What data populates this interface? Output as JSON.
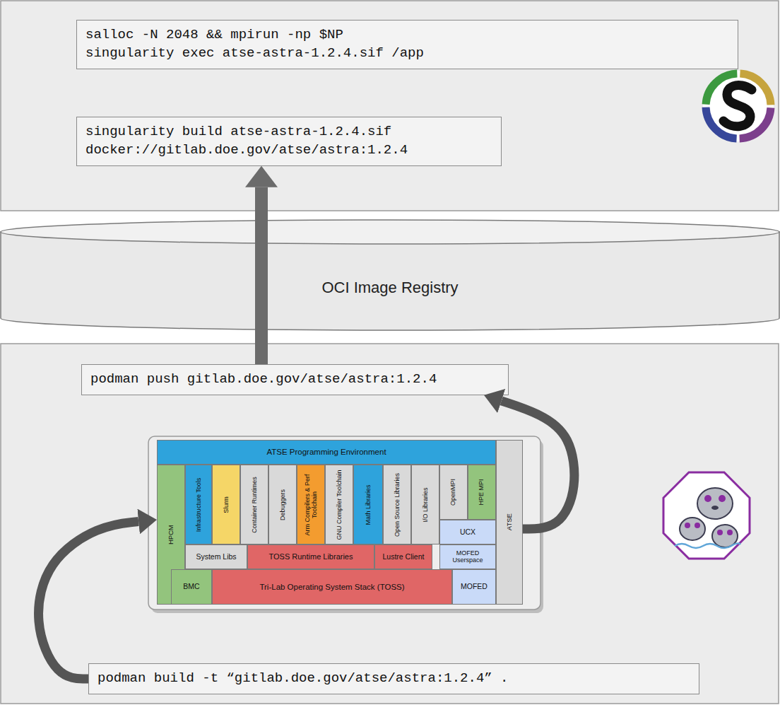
{
  "diagram": {
    "nodes": [
      {
        "text": [
          "salloc -N 2048 && mpirun -np $NP singularity exec atse-astra-1.2.4.sif /app"
        ]
      },
      {
        "text": [
          "singularity build atse-astra-1.2.4.sif docker://gitlab.doe.gov/atse/astra:1.2.4"
        ]
      },
      {
        "text": [
          "OCI Image Registry"
        ]
      },
      {
        "text": [
          "podman push gitlab.doe.gov/atse/astra:1.2.4"
        ]
      },
      {
        "text": [
          "ATSE Programming Environment"
        ]
      },
      {
        "text": [
          "HPCM"
        ]
      },
      {
        "text": [
          "Infrastructure Tools"
        ]
      },
      {
        "text": [
          "Slurm"
        ]
      },
      {
        "text": [
          "Container Runtimes"
        ]
      },
      {
        "text": [
          "Debuggers"
        ]
      },
      {
        "text": [
          "Arm Compilers & Perf Toolchain"
        ]
      },
      {
        "text": [
          "GNU Compiler Toolchain"
        ]
      },
      {
        "text": [
          "Math Libraries"
        ]
      },
      {
        "text": [
          "Open Source Libraries"
        ]
      },
      {
        "text": [
          "I/O Libraries"
        ]
      },
      {
        "text": [
          "OpenMPI"
        ]
      },
      {
        "text": [
          "HPE MPI"
        ]
      },
      {
        "text": [
          "ATSE"
        ]
      },
      {
        "text": [
          "UCX"
        ]
      },
      {
        "text": [
          "System Libs"
        ]
      },
      {
        "text": [
          "TOSS Runtime Libraries"
        ]
      },
      {
        "text": [
          "Lustre Client"
        ]
      },
      {
        "text": [
          "MOFED Userspace"
        ]
      },
      {
        "text": [
          "BMC"
        ]
      },
      {
        "text": [
          "Tri-Lab Operating System Stack (TOSS)"
        ]
      },
      {
        "text": [
          "MOFED"
        ]
      },
      {
        "text": [
          "podman build -t “gitlab.doe.gov/atse/astra:1.2.4” ."
        ]
      }
    ],
    "edges": [
      {
        "from": 3,
        "to": 1,
        "arrow": "to"
      },
      {
        "from": 26,
        "to": 5,
        "arrow": "to"
      },
      {
        "from": 17,
        "to": 3,
        "arrow": "to"
      }
    ]
  }
}
